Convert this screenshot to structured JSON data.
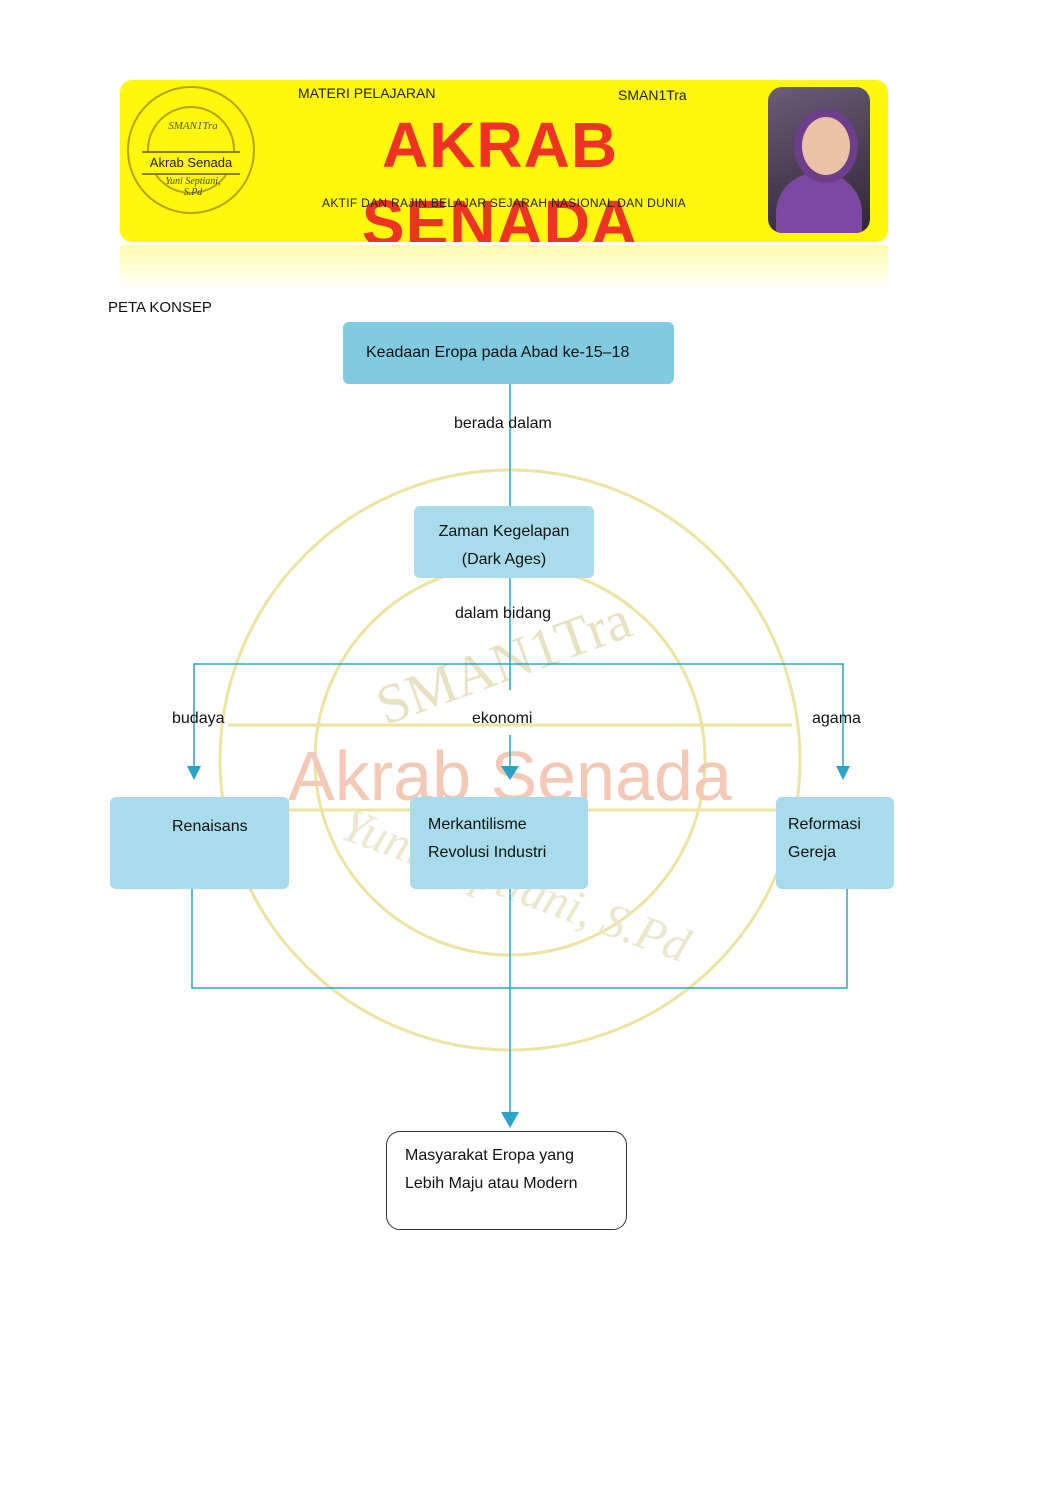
{
  "banner": {
    "kicker": "MATERI PELAJARAN",
    "code": "SMAN1Tra",
    "title": "AKRAB SENADA",
    "tagline": "AKTIF DAN RAJIN BELAJAR SEJARAH NASIONAL DAN DUNIA",
    "seal_center": "Akrab Senada",
    "seal_top": "SMAN1Tra",
    "seal_bottom": "Yuni Septiani, S.Pd",
    "colors": {
      "banner_bg": "#fff70e",
      "title": "#ee3324"
    }
  },
  "watermark": {
    "center": "Akrab Senada",
    "inner": "SMAN1Tra",
    "lower": "Yuni Septiani, S.Pd"
  },
  "concept_map": {
    "heading": "PETA KONSEP",
    "nodes": {
      "top": "Keadaan Eropa pada Abad ke-15–18",
      "dark_line1": "Zaman Kegelapan",
      "dark_line2": "(Dark Ages)",
      "renaisans": "Renaisans",
      "merk_line1": "Merkantilisme",
      "merk_line2": "Revolusi Industri",
      "ref_line1": "Reformasi",
      "ref_line2": "Gereja",
      "result_line1": "Masyarakat Eropa yang",
      "result_line2": "Lebih Maju atau Modern"
    },
    "links": {
      "top_to_dark": "berada dalam",
      "dark_to_fields": "dalam bidang",
      "budaya": "budaya",
      "ekonomi": "ekonomi",
      "agama": "agama"
    },
    "colors": {
      "node_fill": "#a8dcea",
      "top_fill": "#7fcbe0",
      "connector": "#2aa3c6",
      "watermark": "#e8d96a"
    }
  }
}
